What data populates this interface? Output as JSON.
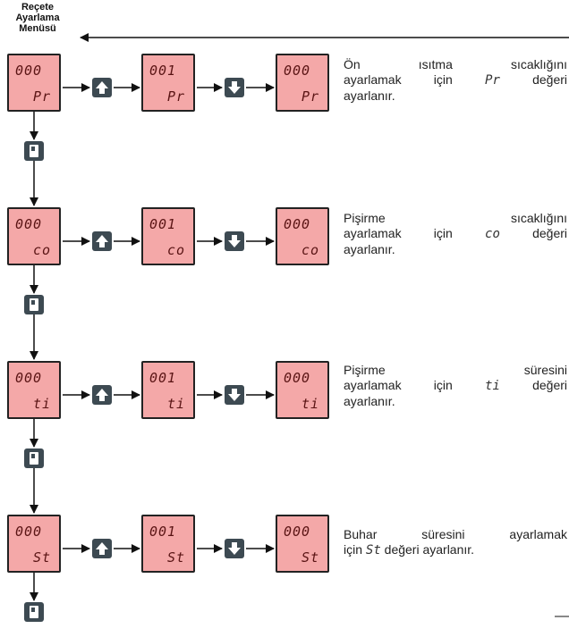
{
  "menu": {
    "title_line1": "Reçete",
    "title_line2": "Ayarlama",
    "title_line3": "Menüsü"
  },
  "rows": [
    {
      "displays": [
        {
          "value": "000",
          "code": "Pr"
        },
        {
          "value": "001",
          "code": "Pr"
        },
        {
          "value": "000",
          "code": "Pr"
        }
      ],
      "desc_first_line": "Ön ısıtma sıcaklığını",
      "desc_pre": "ayarlamak için",
      "desc_code": "Pr",
      "desc_post": "değeri",
      "desc_last": "ayarlanır."
    },
    {
      "displays": [
        {
          "value": "000",
          "code": "co"
        },
        {
          "value": "001",
          "code": "co"
        },
        {
          "value": "000",
          "code": "co"
        }
      ],
      "desc_first_line": "Pişirme sıcaklığını",
      "desc_pre": "ayarlamak için",
      "desc_code": "co",
      "desc_post": "değeri",
      "desc_last": "ayarlanır."
    },
    {
      "displays": [
        {
          "value": "000",
          "code": "ti"
        },
        {
          "value": "001",
          "code": "ti"
        },
        {
          "value": "000",
          "code": "ti"
        }
      ],
      "desc_first_line": "Pişirme süresini",
      "desc_pre": "ayarlamak için",
      "desc_code": "ti",
      "desc_post": "değeri",
      "desc_last": "ayarlanır."
    },
    {
      "displays": [
        {
          "value": "000",
          "code": "St"
        },
        {
          "value": "001",
          "code": "St"
        },
        {
          "value": "000",
          "code": "St"
        }
      ],
      "desc_first_line": "Buhar süresini ayarlamak",
      "desc_pre": "için",
      "desc_code": "St",
      "desc_post": "değeri ayarlanır."
    }
  ]
}
